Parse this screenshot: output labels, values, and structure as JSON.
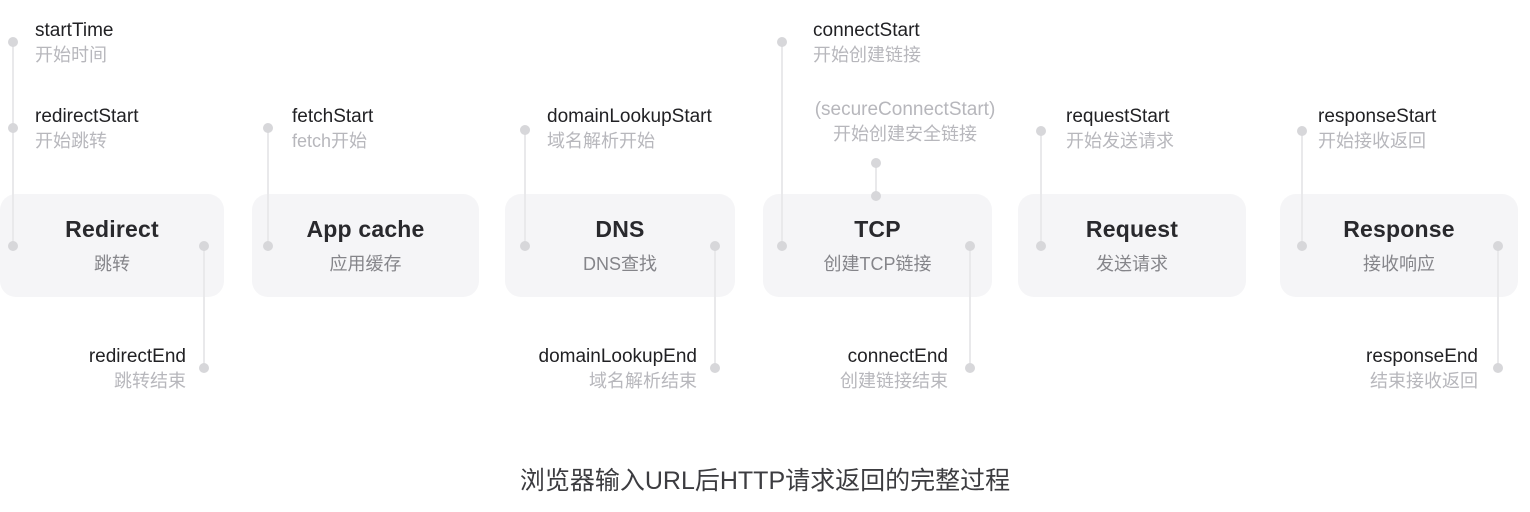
{
  "page": {
    "caption": "浏览器输入URL后HTTP请求返回的完整过程"
  },
  "colors": {
    "page_bg": "#ffffff",
    "stage_bg": "#f5f5f7",
    "connector_line": "#e9e9eb",
    "dot": "#d7d7da",
    "label_primary": "#212124",
    "label_secondary": "#b7b7bc",
    "stage_title": "#29292d",
    "stage_subtitle": "#85858a",
    "caption_text": "#3c3c40"
  },
  "stages": [
    {
      "title": "Redirect",
      "subtitle": "跳转"
    },
    {
      "title": "App cache",
      "subtitle": "应用缓存"
    },
    {
      "title": "DNS",
      "subtitle": "DNS查找"
    },
    {
      "title": "TCP",
      "subtitle": "创建TCP链接"
    },
    {
      "title": "Request",
      "subtitle": "发送请求"
    },
    {
      "title": "Response",
      "subtitle": "接收响应"
    }
  ],
  "markers": [
    {
      "id": "start-time",
      "label": "startTime",
      "sublabel": "开始时间",
      "type": "start"
    },
    {
      "id": "redirect-start",
      "label": "redirectStart",
      "sublabel": "开始跳转",
      "type": "start"
    },
    {
      "id": "fetch-start",
      "label": "fetchStart",
      "sublabel": "fetch开始",
      "type": "start"
    },
    {
      "id": "domain-lookup-start",
      "label": "domainLookupStart",
      "sublabel": "域名解析开始",
      "type": "start"
    },
    {
      "id": "connect-start",
      "label": "connectStart",
      "sublabel": "开始创建链接",
      "type": "start"
    },
    {
      "id": "secure-connect-start",
      "label": "(secureConnectStart)",
      "sublabel": "开始创建安全链接",
      "type": "optional"
    },
    {
      "id": "request-start",
      "label": "requestStart",
      "sublabel": "开始发送请求",
      "type": "start"
    },
    {
      "id": "response-start",
      "label": "responseStart",
      "sublabel": "开始接收返回",
      "type": "start"
    },
    {
      "id": "redirect-end",
      "label": "redirectEnd",
      "sublabel": "跳转结束",
      "type": "end"
    },
    {
      "id": "domain-lookup-end",
      "label": "domainLookupEnd",
      "sublabel": "域名解析结束",
      "type": "end"
    },
    {
      "id": "connect-end",
      "label": "connectEnd",
      "sublabel": "创建链接结束",
      "type": "end"
    },
    {
      "id": "response-end",
      "label": "responseEnd",
      "sublabel": "结束接收返回",
      "type": "end"
    }
  ]
}
